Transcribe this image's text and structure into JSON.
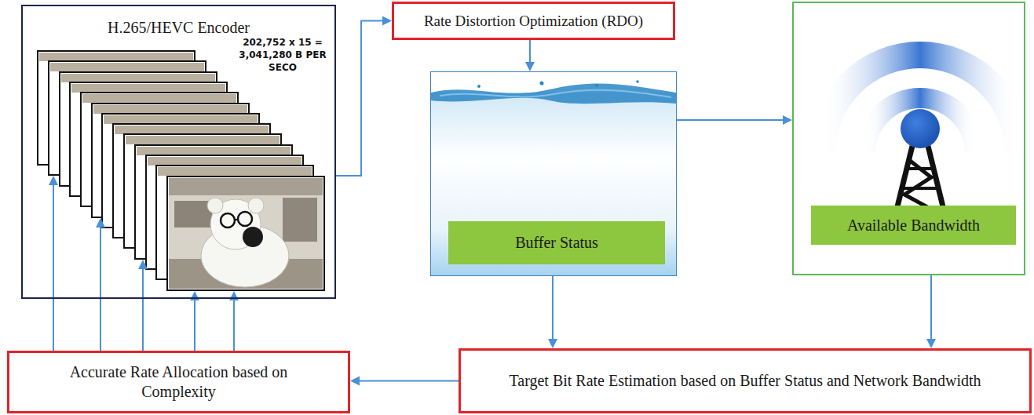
{
  "diagram": {
    "nodes": [
      {
        "text": [
          "H.265/HEVC Encoder"
        ]
      },
      {
        "text": [
          "Rate Distortion Optimization (RDO)"
        ]
      },
      {
        "text": [
          "Buffer Status"
        ]
      },
      {
        "text": [
          "Available Bandwidth"
        ]
      },
      {
        "text": [
          "Target Bit Rate Estimation based on Buffer Status and Network Bandwidth"
        ]
      },
      {
        "text": [
          "Accurate Rate Allocation based on Complexity"
        ]
      }
    ],
    "edges": [
      {
        "from": 0,
        "to": 1,
        "arrow": "to"
      },
      {
        "from": 1,
        "to": 2,
        "arrow": "to"
      },
      {
        "from": 2,
        "to": 3,
        "arrow": "to"
      },
      {
        "from": 2,
        "to": 4,
        "arrow": "to"
      },
      {
        "from": 3,
        "to": 4,
        "arrow": "to"
      },
      {
        "from": 4,
        "to": 5,
        "arrow": "to"
      },
      {
        "from": 5,
        "to": 0,
        "arrow": "to"
      },
      {
        "from": 5,
        "to": 0,
        "arrow": "to"
      },
      {
        "from": 5,
        "to": 0,
        "arrow": "to"
      },
      {
        "from": 5,
        "to": 0,
        "arrow": "to"
      },
      {
        "from": 5,
        "to": 0,
        "arrow": "to"
      }
    ],
    "labels": [
      "202,752 x 15 = 3,041,280 B PER SECO"
    ]
  }
}
